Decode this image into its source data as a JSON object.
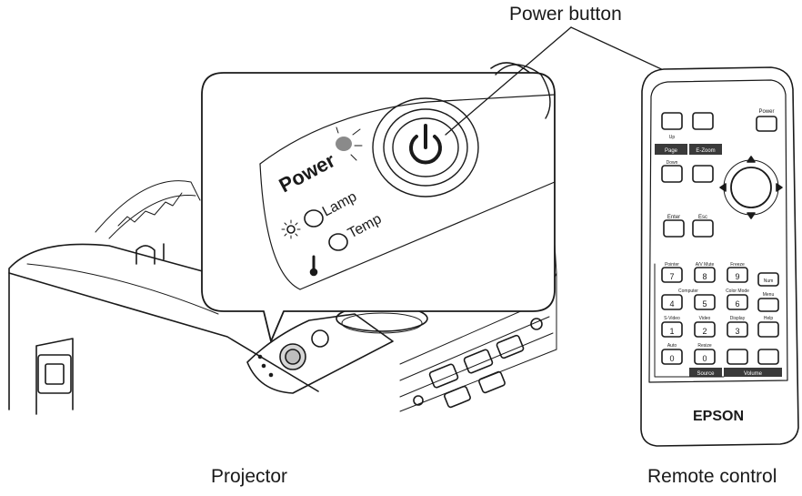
{
  "callouts": {
    "power_button": "Power button",
    "projector": "Projector",
    "remote_control": "Remote control"
  },
  "projector_panel": {
    "power_label": "Power",
    "lamp_label": "Lamp",
    "temp_label": "Temp"
  },
  "remote": {
    "brand": "EPSON",
    "power": "Power",
    "up": "Up",
    "down": "Down",
    "page": "Page",
    "ezoom": "E-Zoom",
    "enter": "Enter",
    "esc": "Esc",
    "pointer": "Pointer",
    "av_mute": "A/V Mute",
    "freeze": "Freeze",
    "num": "Num",
    "menu": "Menu",
    "computer": "Computer",
    "color_mode": "Color Mode",
    "svideo": "S-Video",
    "video": "Video",
    "display": "Display",
    "help": "Help",
    "auto": "Auto",
    "resize": "Resize",
    "source": "Source",
    "volume": "Volume",
    "digits": [
      "7",
      "8",
      "9",
      "4",
      "5",
      "6",
      "1",
      "2",
      "3",
      "0",
      "0"
    ]
  },
  "colors": {
    "line": "#1a1a1a",
    "power_led": "#8a8a8a"
  }
}
